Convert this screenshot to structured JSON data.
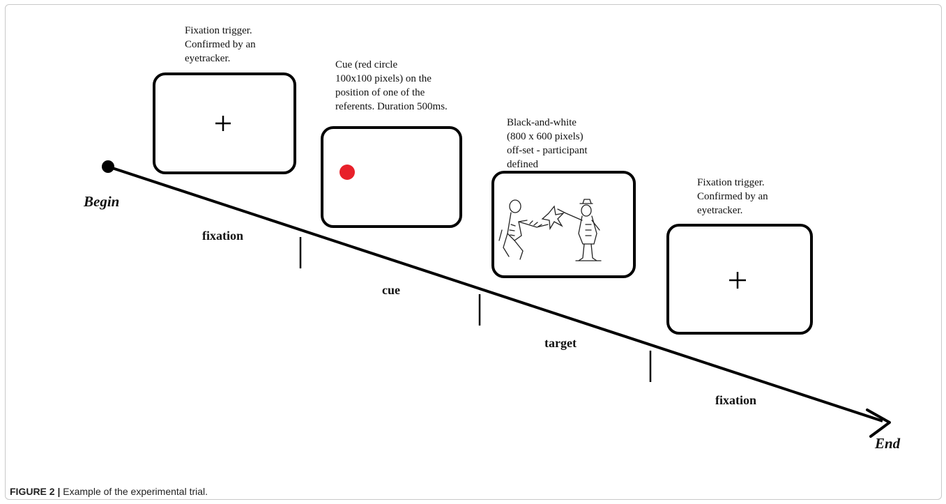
{
  "caption": {
    "label": "FIGURE 2 |",
    "text": "Example of the experimental trial."
  },
  "timeline": {
    "begin_label": "Begin",
    "end_label": "End",
    "stages": [
      "fixation",
      "cue",
      "target",
      "fixation"
    ]
  },
  "screens": [
    {
      "name": "fixation-start",
      "note": "Fixation trigger.\nConfirmed by an\neyetracker.",
      "content": "+"
    },
    {
      "name": "cue",
      "note": "Cue (red circle\n100x100 pixels) on the\nposition of one of the\nreferents. Duration 500ms.",
      "content": "red-dot"
    },
    {
      "name": "target",
      "note": "Black-and-white\n(800 x 600 pixels)\noff-set - participant\ndefined",
      "content": "line-drawing"
    },
    {
      "name": "fixation-end",
      "note": "Fixation trigger.\nConfirmed by an\neyetracker.",
      "content": "+"
    }
  ],
  "colors": {
    "cue_dot": "#e8202a",
    "line": "#000000",
    "frame": "#c8c8c8"
  },
  "icons": {
    "begin_marker": "filled-circle",
    "end_marker": "arrowhead",
    "fixation": "plus-sign"
  }
}
